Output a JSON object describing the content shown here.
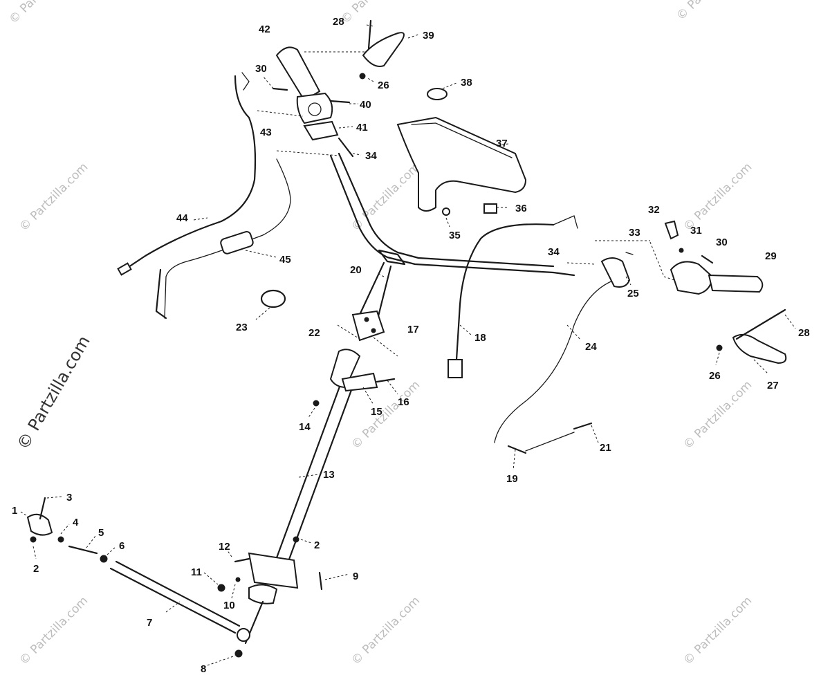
{
  "watermark": {
    "text": "© Partzilla.com",
    "side_text": "© Partzilla.com"
  },
  "callouts": [
    {
      "id": "c42",
      "label": "42"
    },
    {
      "id": "c28a",
      "label": "28"
    },
    {
      "id": "c39",
      "label": "39"
    },
    {
      "id": "c30a",
      "label": "30"
    },
    {
      "id": "c26a",
      "label": "26"
    },
    {
      "id": "c38",
      "label": "38"
    },
    {
      "id": "c40",
      "label": "40"
    },
    {
      "id": "c41",
      "label": "41"
    },
    {
      "id": "c43",
      "label": "43"
    },
    {
      "id": "c34a",
      "label": "34"
    },
    {
      "id": "c37",
      "label": "37"
    },
    {
      "id": "c44",
      "label": "44"
    },
    {
      "id": "c36",
      "label": "36"
    },
    {
      "id": "c35",
      "label": "35"
    },
    {
      "id": "c32",
      "label": "32"
    },
    {
      "id": "c33",
      "label": "33"
    },
    {
      "id": "c31",
      "label": "31"
    },
    {
      "id": "c30b",
      "label": "30"
    },
    {
      "id": "c34b",
      "label": "34"
    },
    {
      "id": "c45",
      "label": "45"
    },
    {
      "id": "c29",
      "label": "29"
    },
    {
      "id": "c20",
      "label": "20"
    },
    {
      "id": "c25",
      "label": "25"
    },
    {
      "id": "c23",
      "label": "23"
    },
    {
      "id": "c22",
      "label": "22"
    },
    {
      "id": "c17",
      "label": "17"
    },
    {
      "id": "c18",
      "label": "18"
    },
    {
      "id": "c24",
      "label": "24"
    },
    {
      "id": "c28b",
      "label": "28"
    },
    {
      "id": "c26b",
      "label": "26"
    },
    {
      "id": "c27",
      "label": "27"
    },
    {
      "id": "c16",
      "label": "16"
    },
    {
      "id": "c15",
      "label": "15"
    },
    {
      "id": "c14",
      "label": "14"
    },
    {
      "id": "c21",
      "label": "21"
    },
    {
      "id": "c19",
      "label": "19"
    },
    {
      "id": "c13",
      "label": "13"
    },
    {
      "id": "c3",
      "label": "3"
    },
    {
      "id": "c1",
      "label": "1"
    },
    {
      "id": "c4",
      "label": "4"
    },
    {
      "id": "c5",
      "label": "5"
    },
    {
      "id": "c6",
      "label": "6"
    },
    {
      "id": "c2a",
      "label": "2"
    },
    {
      "id": "c12",
      "label": "12"
    },
    {
      "id": "c2b",
      "label": "2"
    },
    {
      "id": "c11",
      "label": "11"
    },
    {
      "id": "c9",
      "label": "9"
    },
    {
      "id": "c10",
      "label": "10"
    },
    {
      "id": "c7",
      "label": "7"
    },
    {
      "id": "c8",
      "label": "8"
    }
  ]
}
